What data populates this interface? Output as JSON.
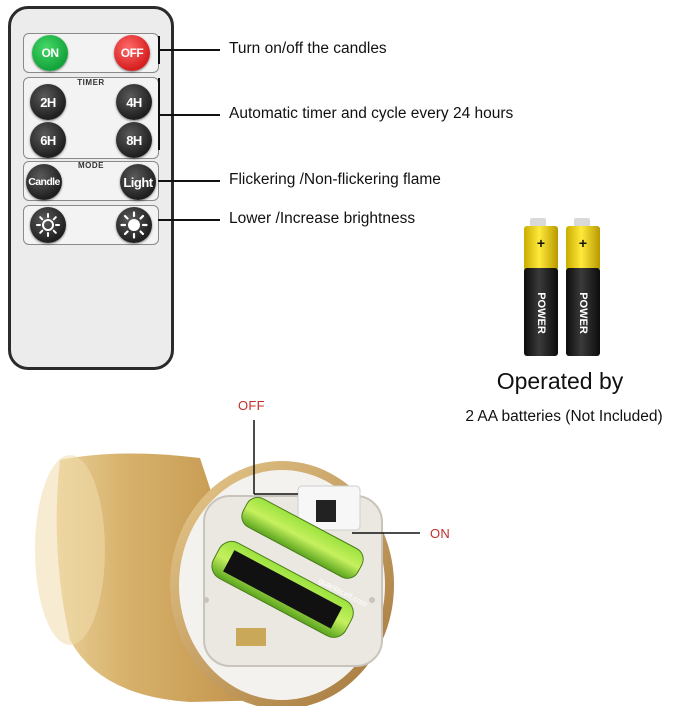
{
  "remote": {
    "on_label": "ON",
    "off_label": "OFF",
    "timer_title": "TIMER",
    "timer_buttons": [
      "2H",
      "4H",
      "6H",
      "8H"
    ],
    "mode_title": "MODE",
    "mode_buttons": [
      "Candle",
      "Light"
    ],
    "brightness_icons": [
      "brightness-lower-icon",
      "brightness-increase-icon"
    ]
  },
  "callouts": {
    "on_off": "Turn on/off the candles",
    "timer": "Automatic timer and cycle every 24 hours",
    "mode": "Flickering /Non-flickering flame",
    "brightness": "Lower /Increase brightness"
  },
  "batteries": {
    "brand_text": "POWER",
    "heading": "Operated by",
    "subtitle": "2 AA batteries (Not Included)"
  },
  "candle": {
    "off_label": "OFF",
    "on_label": "ON",
    "inner_battery_text": "guantecell.com"
  },
  "colors": {
    "on_green": "#22b34a",
    "off_red": "#e02a2a",
    "label_red": "#c0302b",
    "battery_yellow": "#f2d600",
    "candle_gold": "#d9b574"
  }
}
